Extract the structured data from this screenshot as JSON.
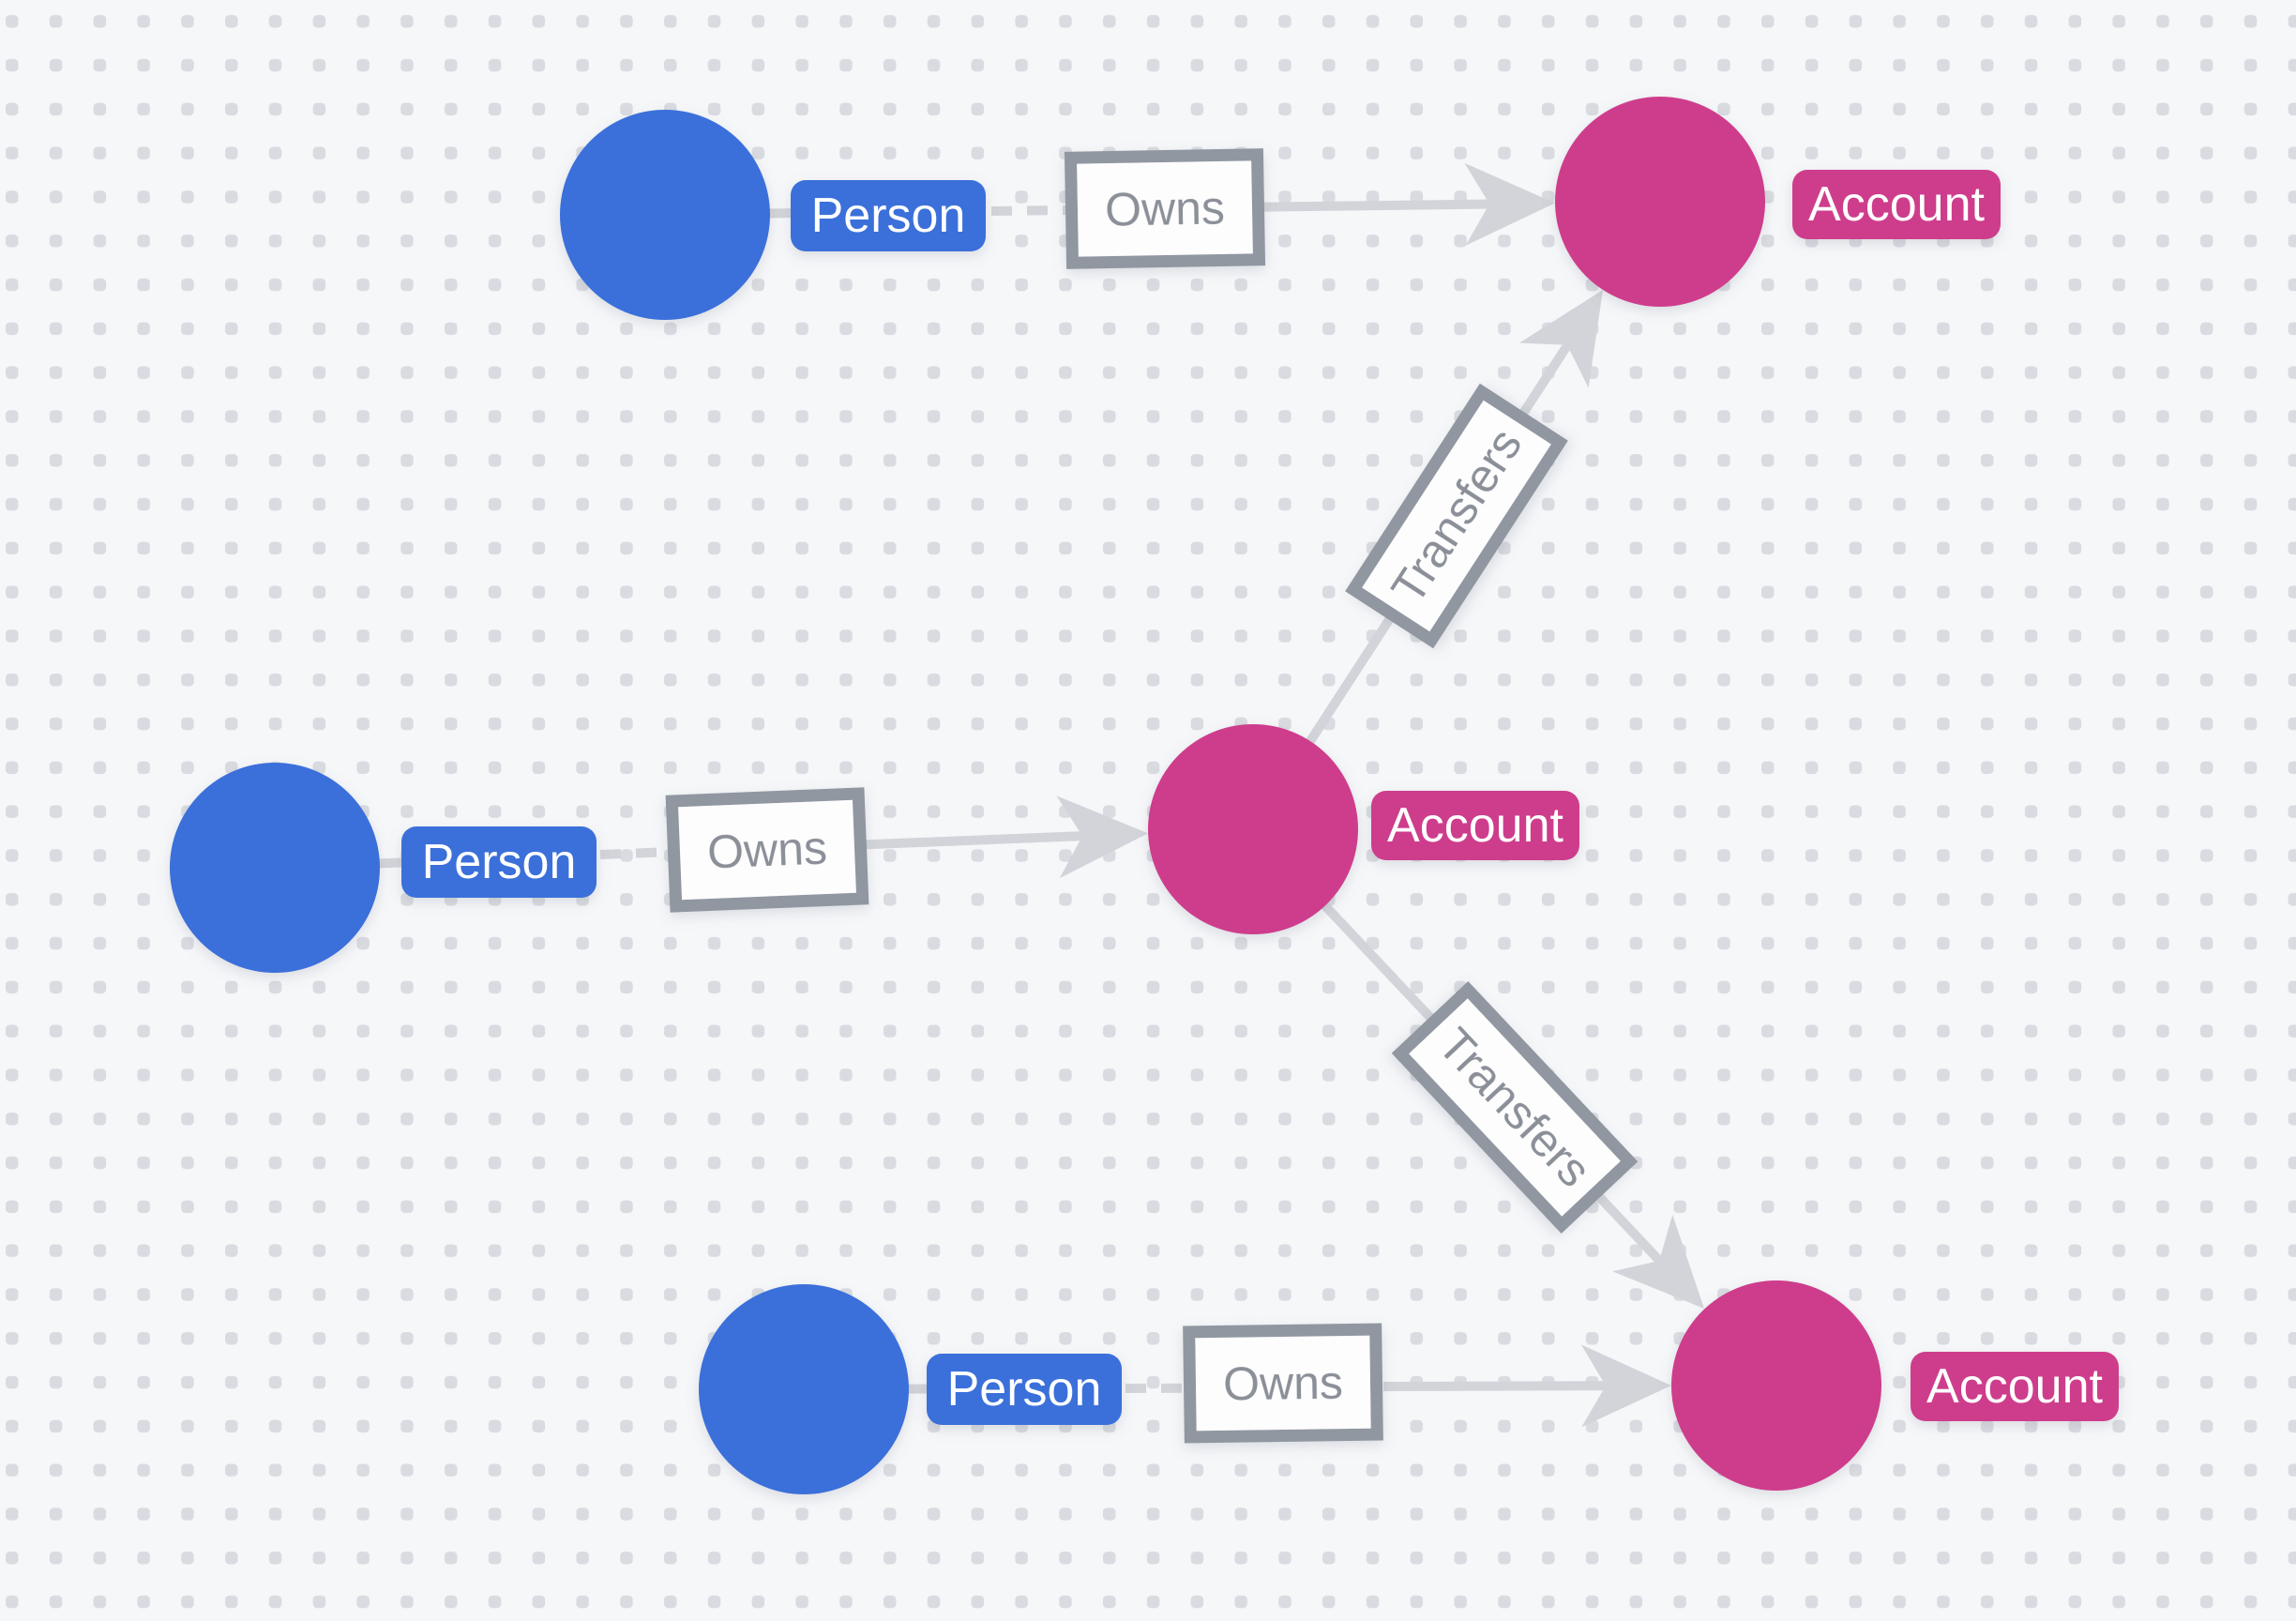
{
  "canvas": {
    "background_color": "#f6f7f9",
    "dot_color": "#d9dbe0"
  },
  "colors": {
    "person_node": "#3b70da",
    "account_node": "#ce3d8c",
    "edge": "#d2d4d9",
    "relationship_border": "#9097a1",
    "relationship_text": "#8b8f98",
    "node_label_text": "#ffffff"
  },
  "nodes": [
    {
      "id": "person-1",
      "label": "Person"
    },
    {
      "id": "account-1",
      "label": "Account"
    },
    {
      "id": "person-2",
      "label": "Person"
    },
    {
      "id": "account-2",
      "label": "Account"
    },
    {
      "id": "person-3",
      "label": "Person"
    },
    {
      "id": "account-3",
      "label": "Account"
    }
  ],
  "edges": [
    {
      "id": "owns-1",
      "label": "Owns",
      "from": "person-1",
      "to": "account-1"
    },
    {
      "id": "owns-2",
      "label": "Owns",
      "from": "person-2",
      "to": "account-2"
    },
    {
      "id": "owns-3",
      "label": "Owns",
      "from": "person-3",
      "to": "account-3"
    },
    {
      "id": "transfers-1",
      "label": "Transfers",
      "from": "account-2",
      "to": "account-1"
    },
    {
      "id": "transfers-2",
      "label": "Transfers",
      "from": "account-2",
      "to": "account-3"
    }
  ]
}
